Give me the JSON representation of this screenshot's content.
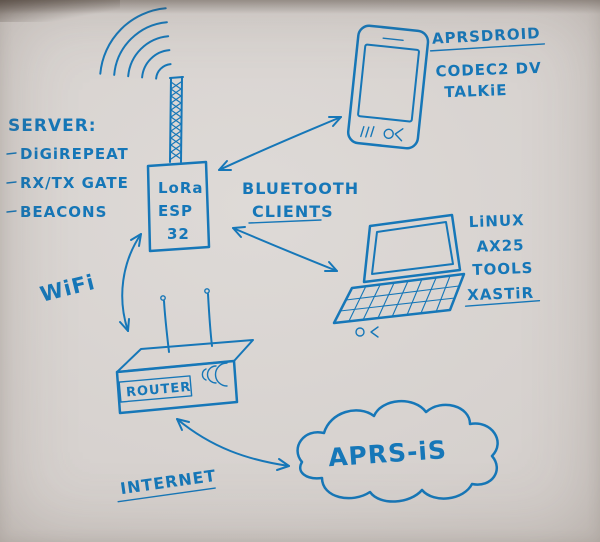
{
  "colors": {
    "ink": "#1677b8",
    "paper": "#d6d1ce"
  },
  "diagram": {
    "server": {
      "title": "SERVER:",
      "items": [
        "DiGiREPEAT",
        "RX/TX GATE",
        "BEACONS"
      ]
    },
    "lora": {
      "line1": "LoRa",
      "line2": "ESP",
      "line3": "32"
    },
    "bluetooth": {
      "line1": "BLUETOOTH",
      "line2": "CLIENTS"
    },
    "phone": {
      "title": "APRSDROID",
      "subtitle1": "CODEC2 DV",
      "subtitle2": "TALKiE"
    },
    "laptop": {
      "line1": "LiNUX",
      "line2": "AX25",
      "line3": "TOOLS",
      "line4": "XASTiR"
    },
    "wifi": "WiFi",
    "router": "ROUTER",
    "cloud": "APRS-iS",
    "internet": "INTERNET"
  }
}
